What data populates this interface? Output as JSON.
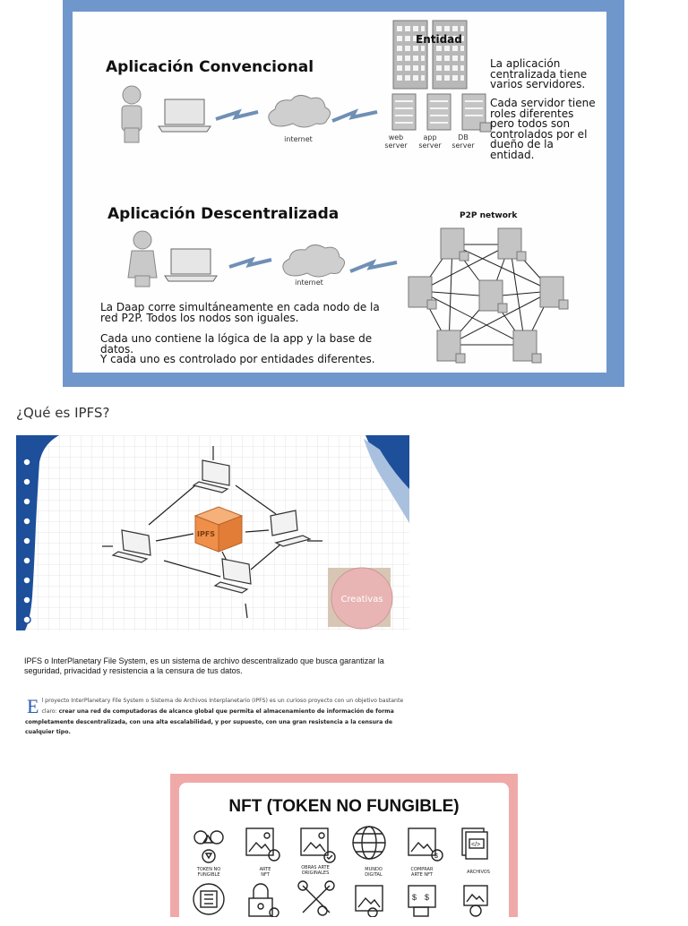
{
  "diagram": {
    "conventional_title": "Aplicación Convencional",
    "entity_label": "Entidad",
    "entity_text_1": [
      "La aplicación",
      "centralizada tiene",
      "varios servidores."
    ],
    "entity_text_2": [
      "Cada servidor tiene",
      "roles diferentes",
      "pero todos son",
      "controlados por el",
      "dueño de la",
      "entidad."
    ],
    "internet_label_1": "internet",
    "servers": [
      {
        "line1": "web",
        "line2": "server"
      },
      {
        "line1": "app",
        "line2": "server"
      },
      {
        "line1": "DB",
        "line2": "server"
      }
    ],
    "decentralized_title": "Aplicación Descentralizada",
    "p2p_label": "P2P network",
    "internet_label_2": "internet",
    "dapp_text_1": [
      "La Daap corre simultáneamente en cada nodo de la",
      "red P2P.  Todos los nodos son iguales."
    ],
    "dapp_text_2": [
      "Cada uno contiene la lógica de la app y la base de",
      "datos.",
      "Y cada uno es controlado por entidades diferentes."
    ]
  },
  "ipfs": {
    "heading": "¿Qué es IPFS?",
    "box_label": "IPFS",
    "watermark": "Creativas",
    "paragraph": "IPFS o InterPlanetary File System, es un sistema de archivo descentralizado que busca garantizar la seguridad, privacidad y resistencia a la censura de tus datos.",
    "quote_dropcap": "E",
    "quote_intro": "l proyecto InterPlanetary File System o Sistema de Archivos Interplanetario (IPFS) es un curioso proyecto con un objetivo bastante claro: ",
    "quote_bold": "crear una red de computadoras de alcance global que permita el almacenamiento de información de forma completamente descentralizada, con una alta escalabilidad, y por supuesto, con una gran resistencia a la censura de cualquier tipo."
  },
  "nft": {
    "title": "NFT (TOKEN NO FUNGIBLE)",
    "icons": [
      {
        "icon": "shapes-icon",
        "label": [
          "TOKEN NO",
          "FUNGIBLE"
        ]
      },
      {
        "icon": "art-nft-icon",
        "label": [
          "ARTE",
          "NFT"
        ]
      },
      {
        "icon": "original-art-icon",
        "label": [
          "OBRAS ARTE",
          "ORIGINALES"
        ]
      },
      {
        "icon": "globe-icon",
        "label": [
          "MUNDO",
          "DIGITAL"
        ]
      },
      {
        "icon": "buy-art-icon",
        "label": [
          "COMPRAR",
          "ARTE NFT"
        ]
      },
      {
        "icon": "files-icon",
        "label": [
          "ARCHIVOS"
        ]
      }
    ],
    "row2_icons": [
      "chip-icon",
      "lock-icon",
      "tools-icon",
      "image-gear-icon",
      "money-doc-icon",
      "certificate-icon"
    ]
  },
  "colors": {
    "diagram_border": "#6f97cc",
    "nft_border": "#f0a9a9",
    "dropcap": "#2d5bb5",
    "ipfs_box": "#ef8f4a"
  }
}
